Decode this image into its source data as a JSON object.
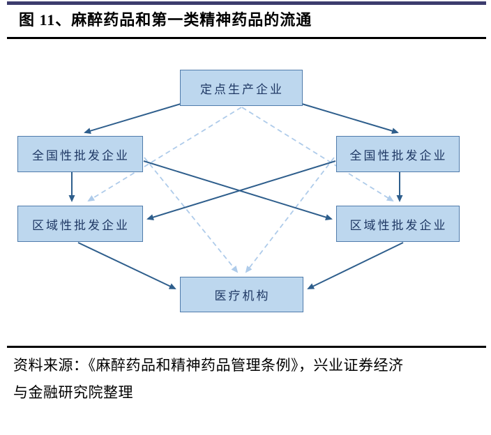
{
  "header": {
    "title": "图 11、麻醉药品和第一类精神药品的流通"
  },
  "diagram": {
    "nodes": {
      "producer": {
        "label": "定点生产企业"
      },
      "national_left": {
        "label": "全国性批发企业"
      },
      "national_right": {
        "label": "全国性批发企业"
      },
      "regional_left": {
        "label": "区域性批发企业"
      },
      "regional_right": {
        "label": "区域性批发企业"
      },
      "medical": {
        "label": "医疗机构"
      }
    },
    "edges": [
      {
        "from": "producer",
        "to": "national_left",
        "style": "solid"
      },
      {
        "from": "producer",
        "to": "national_right",
        "style": "solid"
      },
      {
        "from": "national_left",
        "to": "regional_left",
        "style": "solid"
      },
      {
        "from": "national_right",
        "to": "regional_right",
        "style": "solid"
      },
      {
        "from": "national_left",
        "to": "regional_right",
        "style": "solid"
      },
      {
        "from": "national_right",
        "to": "regional_left",
        "style": "solid"
      },
      {
        "from": "regional_left",
        "to": "medical",
        "style": "solid"
      },
      {
        "from": "regional_right",
        "to": "medical",
        "style": "solid"
      },
      {
        "from": "producer",
        "to": "regional_left",
        "style": "dashed"
      },
      {
        "from": "producer",
        "to": "regional_right",
        "style": "dashed"
      },
      {
        "from": "national_left",
        "to": "medical",
        "style": "dashed"
      },
      {
        "from": "national_right",
        "to": "medical",
        "style": "dashed"
      }
    ],
    "colors": {
      "top_bar": "#3C3C6E",
      "rule": "#000000",
      "box_fill": "#BDD7EE",
      "box_border": "#4F7BAB",
      "box_text": "#1F3864",
      "solid_arrow": "#2E5E8C",
      "dashed_arrow": "#AECBEA"
    }
  },
  "footer": {
    "source_line1": "资料来源：《麻醉药品和精神药品管理条例》，兴业证券经济",
    "source_line2": "与金融研究院整理"
  }
}
